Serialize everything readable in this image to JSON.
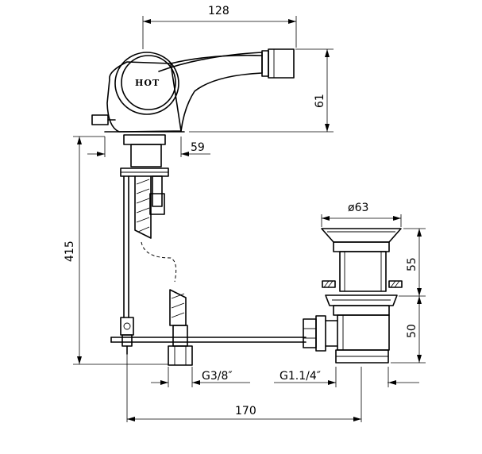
{
  "knob": {
    "text": "HOT"
  },
  "dimensions": {
    "top_width": "128",
    "spout_height": "61",
    "reach": "59",
    "total_height": "415",
    "drain_diameter": "ø63",
    "drain_upper": "55",
    "drain_lower": "50",
    "supply_thread": "G3/8″",
    "waste_thread": "G1.1/4″",
    "total_width": "170"
  }
}
